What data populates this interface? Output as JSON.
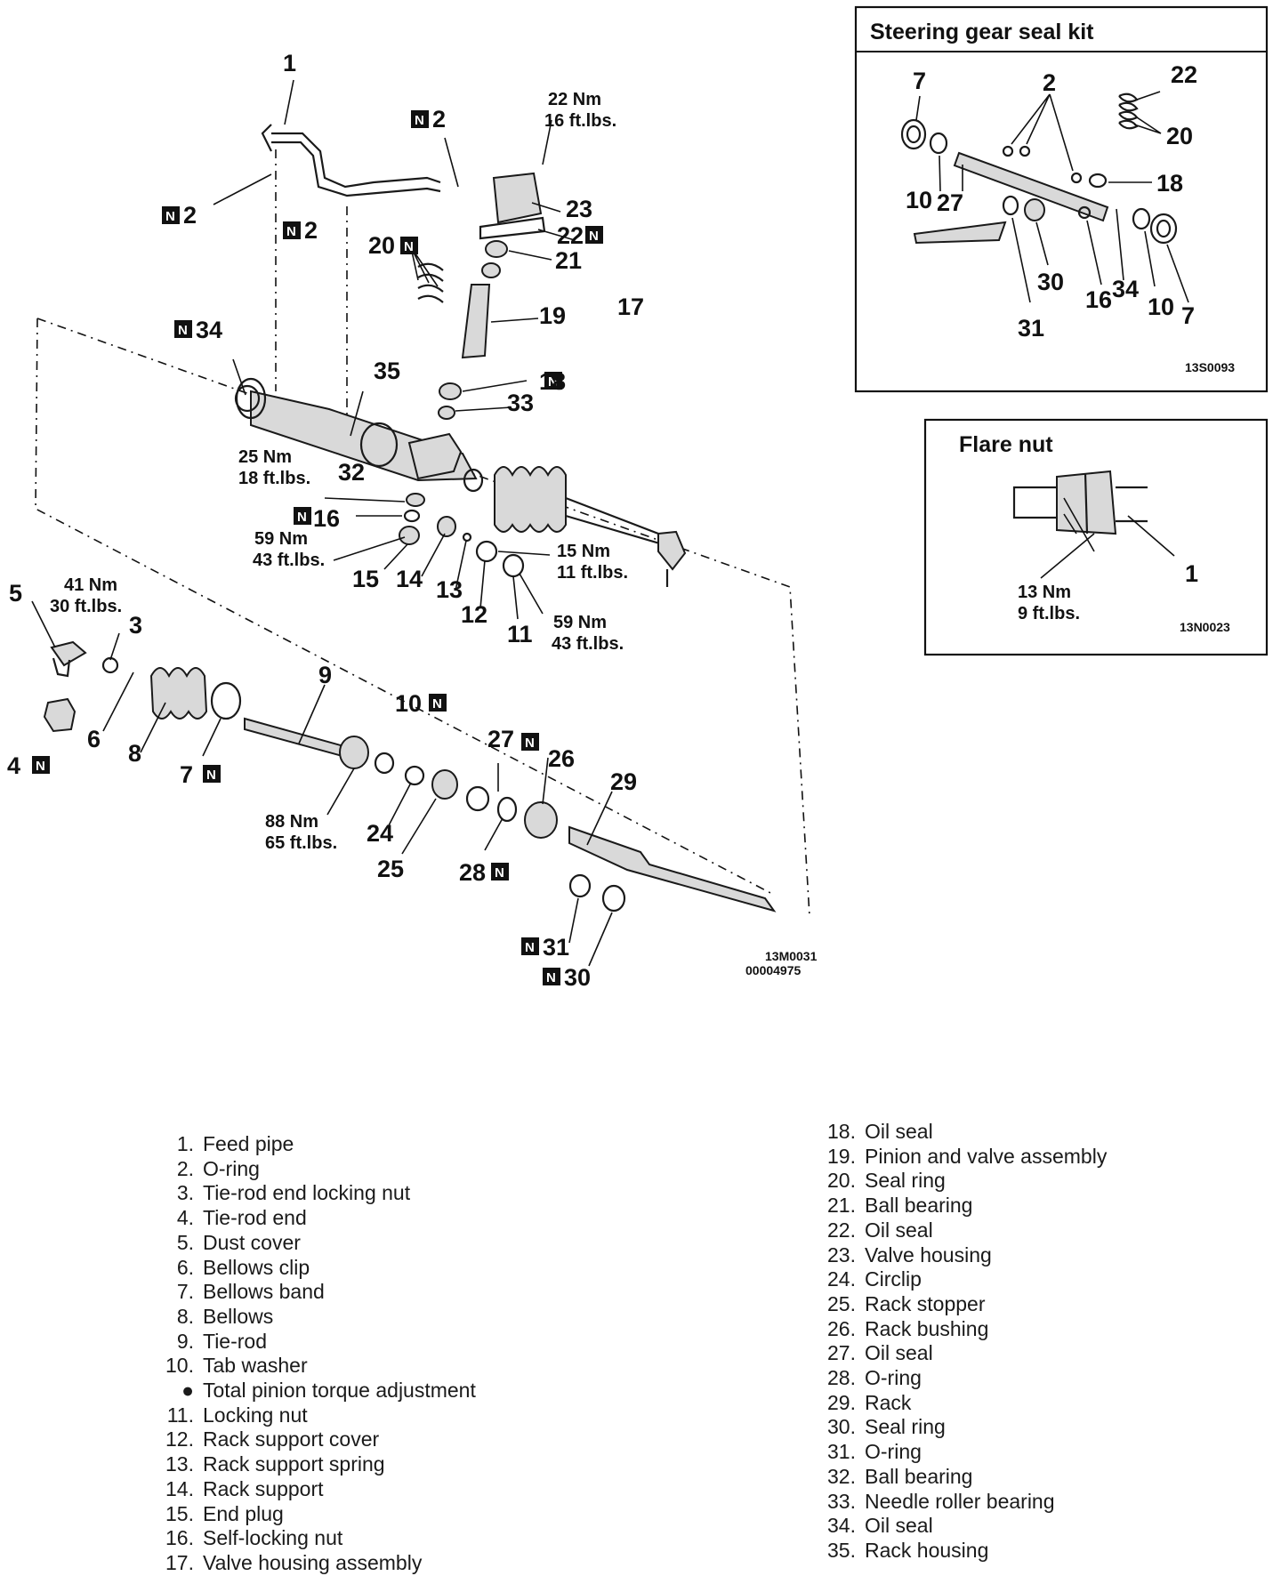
{
  "legend": {
    "left": [
      {
        "n": "1.",
        "text": "Feed pipe"
      },
      {
        "n": "2.",
        "text": "O-ring"
      },
      {
        "n": "3.",
        "text": "Tie-rod end locking nut"
      },
      {
        "n": "4.",
        "text": "Tie-rod end"
      },
      {
        "n": "5.",
        "text": "Dust cover"
      },
      {
        "n": "6.",
        "text": "Bellows clip"
      },
      {
        "n": "7.",
        "text": "Bellows band"
      },
      {
        "n": "8.",
        "text": "Bellows"
      },
      {
        "n": "9.",
        "text": "Tie-rod"
      },
      {
        "n": "10.",
        "text": "Tab washer"
      },
      {
        "n": "●",
        "text": "Total pinion torque adjustment"
      },
      {
        "n": "11.",
        "text": "Locking nut"
      },
      {
        "n": "12.",
        "text": "Rack support cover"
      },
      {
        "n": "13.",
        "text": "Rack support spring"
      },
      {
        "n": "14.",
        "text": "Rack support"
      },
      {
        "n": "15.",
        "text": "End plug"
      },
      {
        "n": "16.",
        "text": "Self-locking nut"
      },
      {
        "n": "17.",
        "text": "Valve housing assembly"
      }
    ],
    "right": [
      {
        "n": "18.",
        "text": "Oil seal"
      },
      {
        "n": "19.",
        "text": "Pinion and valve assembly"
      },
      {
        "n": "20.",
        "text": "Seal ring"
      },
      {
        "n": "21.",
        "text": "Ball bearing"
      },
      {
        "n": "22.",
        "text": "Oil seal"
      },
      {
        "n": "23.",
        "text": "Valve housing"
      },
      {
        "n": "24.",
        "text": "Circlip"
      },
      {
        "n": "25.",
        "text": "Rack stopper"
      },
      {
        "n": "26.",
        "text": "Rack bushing"
      },
      {
        "n": "27.",
        "text": "Oil seal"
      },
      {
        "n": "28.",
        "text": "O-ring"
      },
      {
        "n": "29.",
        "text": "Rack"
      },
      {
        "n": "30.",
        "text": "Seal ring"
      },
      {
        "n": "31.",
        "text": "O-ring"
      },
      {
        "n": "32.",
        "text": "Ball bearing"
      },
      {
        "n": "33.",
        "text": "Needle roller bearing"
      },
      {
        "n": "34.",
        "text": "Oil seal"
      },
      {
        "n": "35.",
        "text": "Rack housing"
      }
    ]
  },
  "seal_kit": {
    "title": "Steering gear seal kit",
    "code": "13S0093",
    "labels": [
      "7",
      "2",
      "22",
      "20",
      "18",
      "10",
      "27",
      "30",
      "31",
      "16",
      "34",
      "10",
      "7"
    ]
  },
  "flare_nut": {
    "title": "Flare nut",
    "torque_nm": "13 Nm",
    "torque_ftlbs": "9 ft.lbs.",
    "label": "1",
    "code": "13N0023"
  },
  "main": {
    "code_line1": "13M0031",
    "code_line2": "00004975",
    "torques": {
      "t22_nm": "22 Nm",
      "t22_ft": "16 ft.lbs.",
      "t25_nm": "25 Nm",
      "t25_ft": "18 ft.lbs.",
      "t59a_nm": "59 Nm",
      "t59a_ft": "43 ft.lbs.",
      "t15_nm": "15 Nm",
      "t15_ft": "11 ft.lbs.",
      "t59b_nm": "59 Nm",
      "t59b_ft": "43 ft.lbs.",
      "t41_nm": "41 Nm",
      "t41_ft": "30 ft.lbs.",
      "t88_nm": "88 Nm",
      "t88_ft": "65 ft.lbs."
    },
    "new_mark": "N",
    "parts": {
      "p1": "1",
      "p2a": "2",
      "p2b": "2",
      "p2c": "2",
      "p3": "3",
      "p4": "4",
      "p5": "5",
      "p6": "6",
      "p7": "7",
      "p8": "8",
      "p9": "9",
      "p10": "10",
      "p11": "11",
      "p12": "12",
      "p13": "13",
      "p14": "14",
      "p15": "15",
      "p16": "16",
      "p17": "17",
      "p18": "18",
      "p19": "19",
      "p20": "20",
      "p21": "21",
      "p22": "22",
      "p23": "23",
      "p24": "24",
      "p25": "25",
      "p26": "26",
      "p27": "27",
      "p28": "28",
      "p29": "29",
      "p30": "30",
      "p31": "31",
      "p32": "32",
      "p33": "33",
      "p34": "34",
      "p35": "35"
    }
  }
}
